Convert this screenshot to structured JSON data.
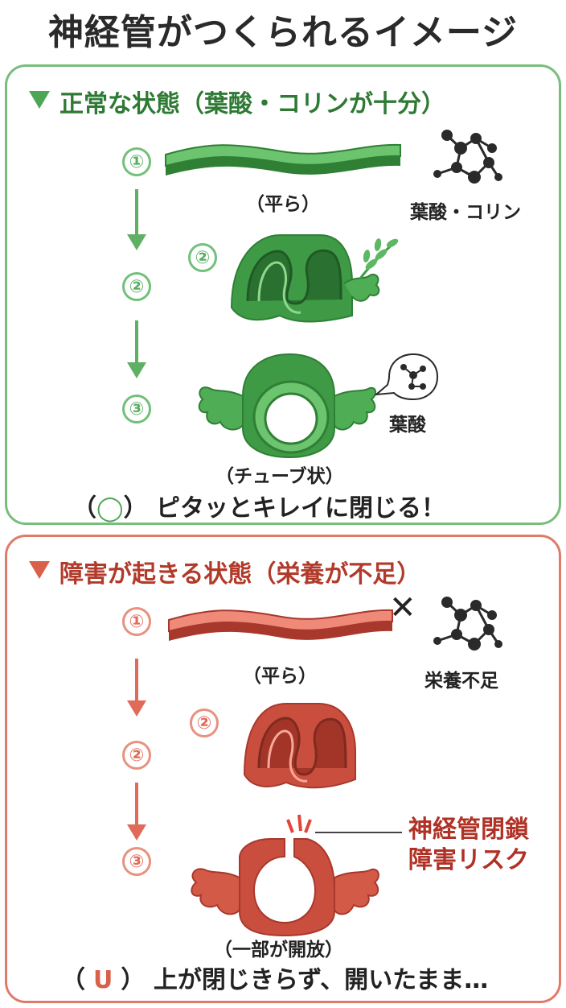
{
  "title": "神経管がつくられるイメージ",
  "normal": {
    "heading": "正常な状態（葉酸・コリンが十分）",
    "step1_num": "①",
    "step2_num": "②",
    "step2_num_side": "②",
    "step3_num": "③",
    "flat_caption": "（平ら）",
    "nutrient_label": "葉酸・コリン",
    "bubble_label": "葉酸",
    "tube_caption": "（チューブ状）",
    "result_open": "（",
    "result_mark": "◯",
    "result_close": "）",
    "result_text": "ピタッとキレイに閉じる！",
    "colors": {
      "border": "#79bd7b",
      "accent": "#4ca653",
      "tissue": "#54b35a",
      "tissue_dark": "#2f7f35"
    }
  },
  "defect": {
    "heading": "障害が起きる状態（栄養が不足）",
    "step1_num": "①",
    "step2_num": "②",
    "step2_num_side": "②",
    "step3_num": "③",
    "flat_caption": "（平ら）",
    "cross_mark": "✕",
    "nutrient_label": "栄養不足",
    "open_caption": "（一部が開放）",
    "risk_line1": "神経管閉鎖",
    "risk_line2": "障害リスク",
    "result_open": "（",
    "result_mark": "U",
    "result_close": "）",
    "result_text": "上が閉じきらず、開いたまま…",
    "colors": {
      "border": "#e07a6b",
      "accent": "#d9604a",
      "tissue": "#e06a5a",
      "tissue_dark": "#a8382c"
    }
  }
}
